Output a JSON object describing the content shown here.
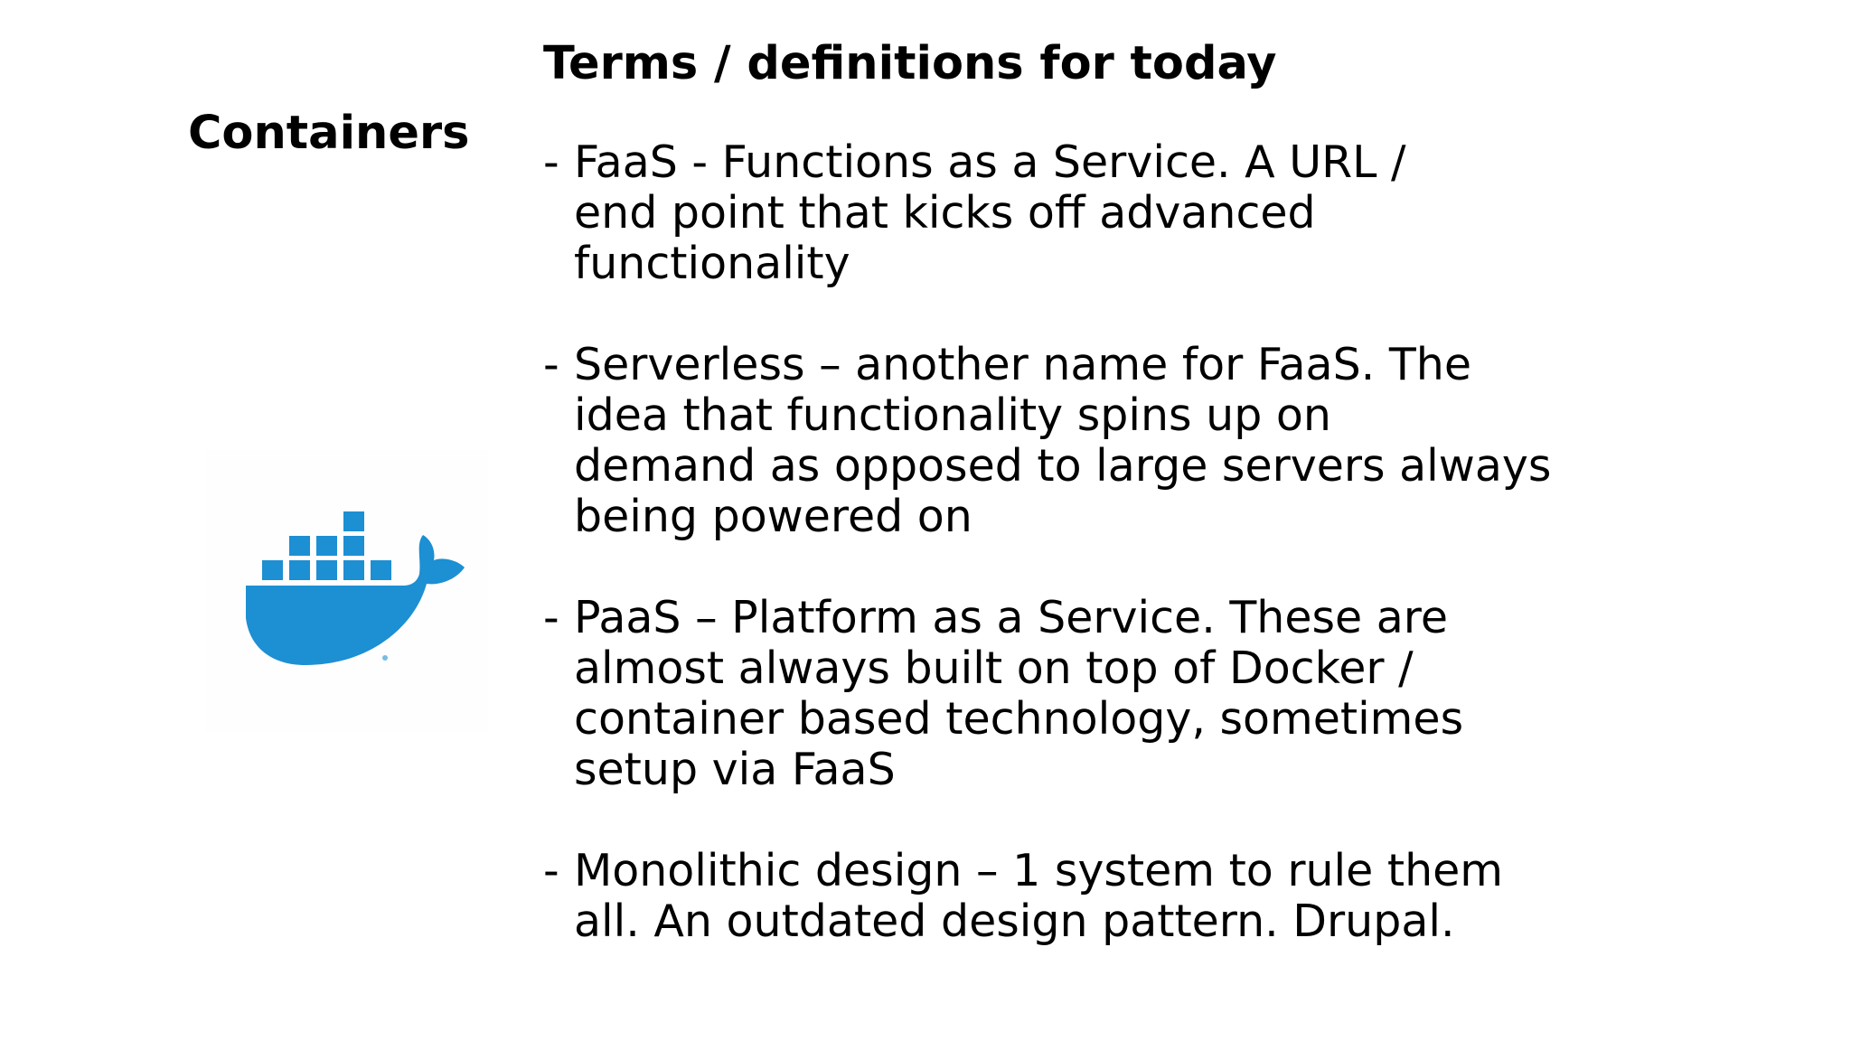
{
  "slide": {
    "side_heading": "Containers",
    "title": "Terms / definitions for today",
    "logo": {
      "icon": "docker-whale-icon",
      "color": "#1d8fd3"
    },
    "bullet_marker": "-",
    "terms": [
      {
        "lines": [
          "FaaS - Functions as a Service. A URL /",
          "end point that kicks off advanced",
          "functionality"
        ]
      },
      {
        "lines": [
          "Serverless – another name for FaaS. The",
          "idea that functionality spins up on",
          "demand as opposed to large servers always",
          "being powered on"
        ]
      },
      {
        "lines": [
          "PaaS – Platform as a Service. These are",
          "almost always built on top of Docker /",
          "container based technology, sometimes",
          "setup via FaaS"
        ]
      },
      {
        "lines": [
          "Monolithic design – 1 system to rule them",
          "all. An outdated design pattern. Drupal."
        ]
      }
    ]
  }
}
